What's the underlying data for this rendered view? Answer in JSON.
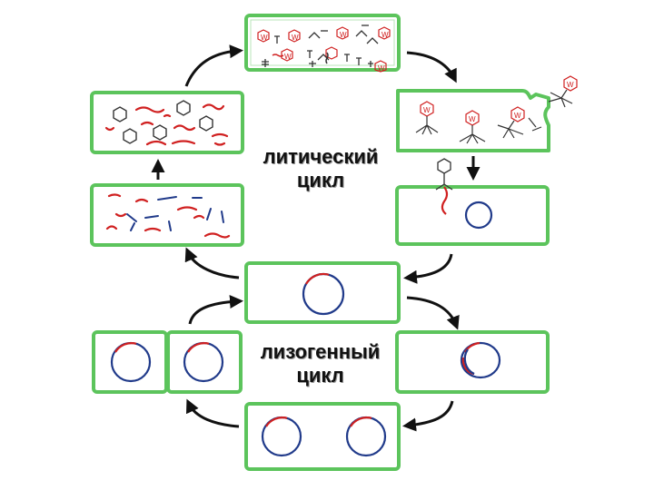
{
  "labels": {
    "lytic": [
      "литический",
      "цикл"
    ],
    "lysogenic": [
      "лизогенный",
      "цикл"
    ]
  },
  "colors": {
    "cell_border": "#5cc45c",
    "cell_fill": "#ffffff",
    "phage_dna": "#d02020",
    "bacterial_dna": "#203a8a",
    "arrow": "#111111"
  },
  "icons": [
    "phage-icon",
    "phage-capsid-icon",
    "dna-fragment-icon",
    "bacterial-chromosome-icon",
    "cycle-arrow-icon"
  ]
}
